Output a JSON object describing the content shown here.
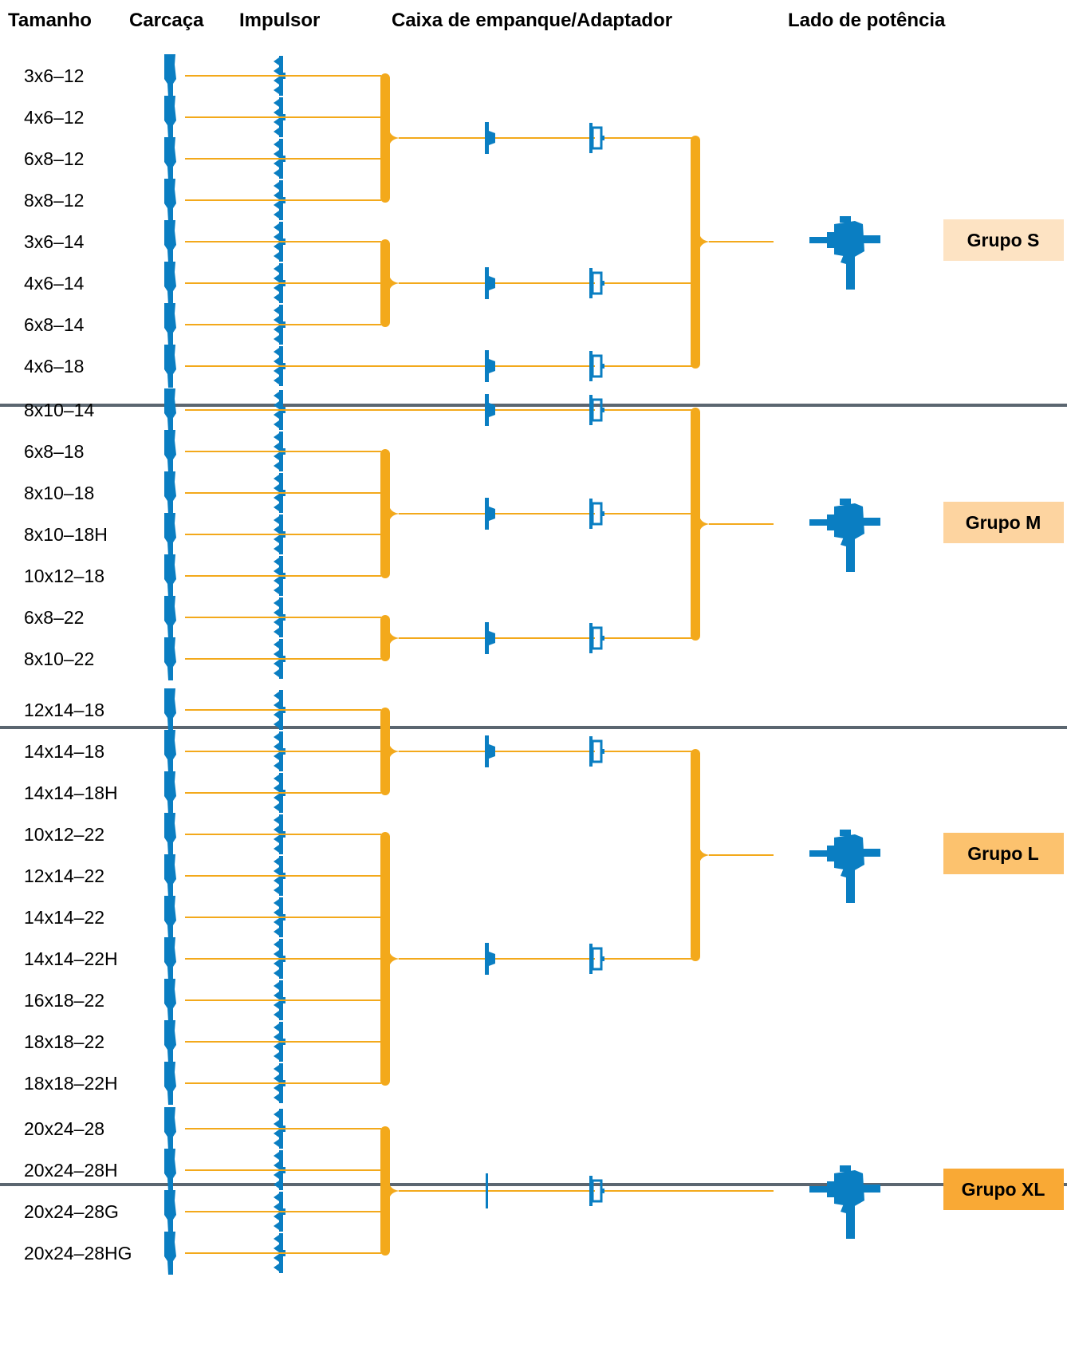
{
  "headers": {
    "size": "Tamanho",
    "casing": "Carcaça",
    "impeller": "Impulsor",
    "stuffing_box": "Caixa de empanque/Adaptador",
    "power_end": "Lado de potência"
  },
  "colors": {
    "component": "#0a7ec2",
    "connector": "#f3a91b",
    "divider": "#5b6670",
    "group_s": "#fde3c3",
    "group_m": "#fdd4a0",
    "group_l": "#fcc26e",
    "group_xl": "#f9a935"
  },
  "groups": [
    {
      "name": "Grupo S",
      "color_key": "group_s",
      "sizes": [
        "3x6–12",
        "4x6–12",
        "6x8–12",
        "8x8–12",
        "3x6–14",
        "4x6–14",
        "6x8–14",
        "4x6–18"
      ],
      "subgroups": [
        [
          0,
          3
        ],
        [
          4,
          6
        ],
        [
          7,
          7
        ]
      ]
    },
    {
      "name": "Grupo M",
      "color_key": "group_m",
      "sizes": [
        "8x10–14",
        "6x8–18",
        "8x10–18",
        "8x10–18H",
        "10x12–18",
        "6x8–22",
        "8x10–22"
      ],
      "subgroups": [
        [
          0,
          0
        ],
        [
          1,
          4
        ],
        [
          5,
          6
        ]
      ]
    },
    {
      "name": "Grupo L",
      "color_key": "group_l",
      "sizes": [
        "12x14–18",
        "14x14–18",
        "14x14–18H",
        "10x12–22",
        "12x14–22",
        "14x14–22",
        "14x14–22H",
        "16x18–22",
        "18x18–22",
        "18x18–22H"
      ],
      "subgroups": [
        [
          0,
          2
        ],
        [
          3,
          9
        ]
      ]
    },
    {
      "name": "Grupo XL",
      "color_key": "group_xl",
      "sizes": [
        "20x24–28",
        "20x24–28H",
        "20x24–28G",
        "20x24–28HG"
      ],
      "subgroups": [
        [
          0,
          3
        ]
      ],
      "stuffing_box_style": "plain"
    }
  ]
}
